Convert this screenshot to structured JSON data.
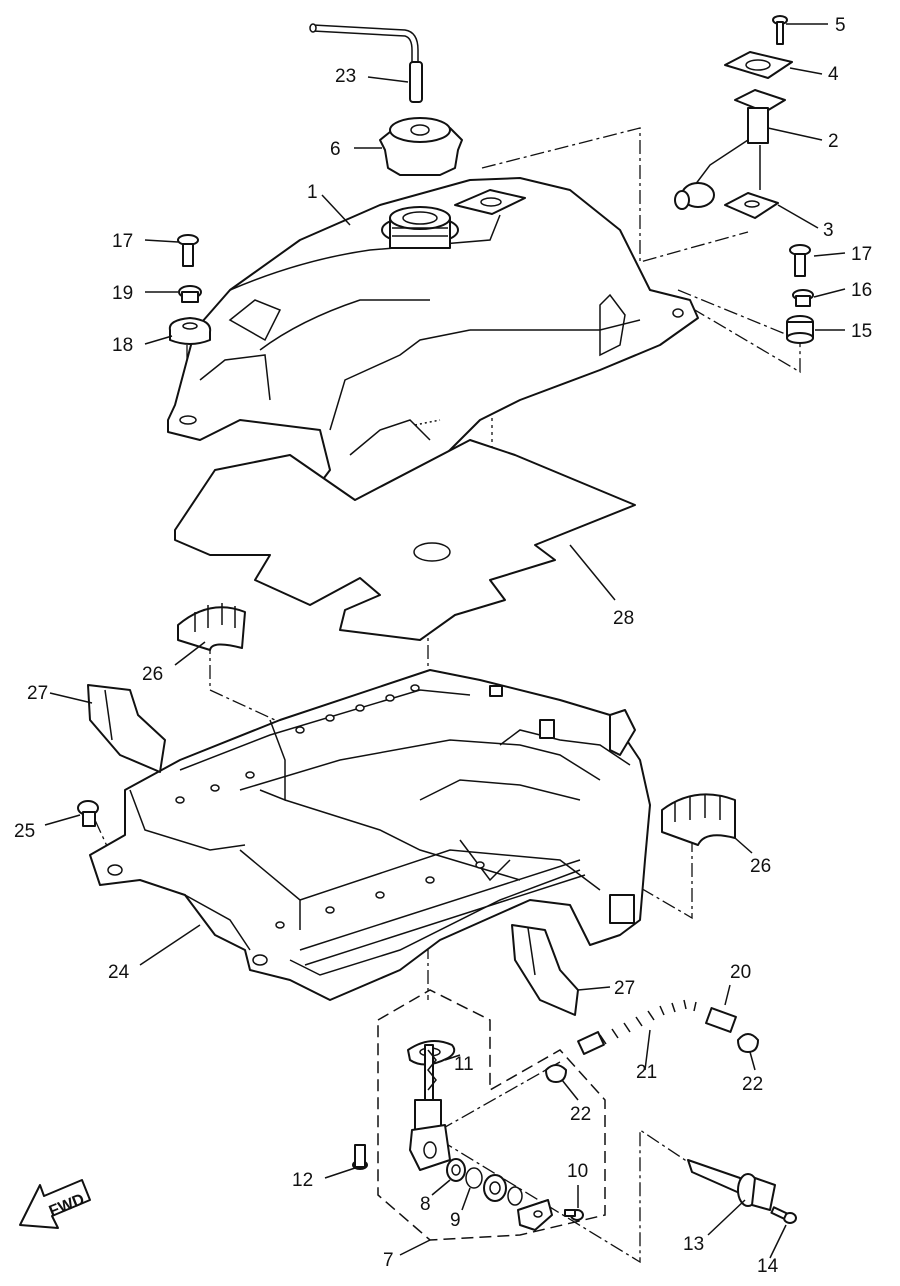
{
  "fwd_label": "FWD",
  "callouts": [
    {
      "id": "c1",
      "label": "1"
    },
    {
      "id": "c2",
      "label": "2"
    },
    {
      "id": "c3",
      "label": "3"
    },
    {
      "id": "c4",
      "label": "4"
    },
    {
      "id": "c5",
      "label": "5"
    },
    {
      "id": "c6",
      "label": "6"
    },
    {
      "id": "c7",
      "label": "7"
    },
    {
      "id": "c8",
      "label": "8"
    },
    {
      "id": "c9",
      "label": "9"
    },
    {
      "id": "c10",
      "label": "10"
    },
    {
      "id": "c11",
      "label": "11"
    },
    {
      "id": "c12",
      "label": "12"
    },
    {
      "id": "c13",
      "label": "13"
    },
    {
      "id": "c14",
      "label": "14"
    },
    {
      "id": "c15",
      "label": "15"
    },
    {
      "id": "c16",
      "label": "16"
    },
    {
      "id": "c17a",
      "label": "17"
    },
    {
      "id": "c17b",
      "label": "17"
    },
    {
      "id": "c18",
      "label": "18"
    },
    {
      "id": "c19",
      "label": "19"
    },
    {
      "id": "c20",
      "label": "20"
    },
    {
      "id": "c21",
      "label": "21"
    },
    {
      "id": "c22a",
      "label": "22"
    },
    {
      "id": "c22b",
      "label": "22"
    },
    {
      "id": "c23",
      "label": "23"
    },
    {
      "id": "c24",
      "label": "24"
    },
    {
      "id": "c25",
      "label": "25"
    },
    {
      "id": "c26a",
      "label": "26"
    },
    {
      "id": "c26b",
      "label": "26"
    },
    {
      "id": "c27a",
      "label": "27"
    },
    {
      "id": "c27b",
      "label": "27"
    },
    {
      "id": "c28",
      "label": "28"
    }
  ]
}
